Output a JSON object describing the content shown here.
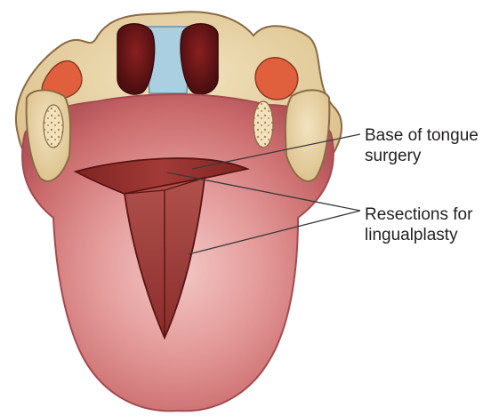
{
  "labels": {
    "base_of_tongue": {
      "line1": "Base of tongue",
      "line2": "surgery"
    },
    "resections": {
      "line1": "Resections for",
      "line2": "lingualplasty"
    }
  },
  "colors": {
    "tongue": "#c96a6c",
    "tongue_highlight": "#eab3b2",
    "bone": "#e8d2a6",
    "bone_outline": "#7a5a3a",
    "resection": "#8e2e2c",
    "airway": "#a9cfe0",
    "lines": "#3a3a3a"
  }
}
